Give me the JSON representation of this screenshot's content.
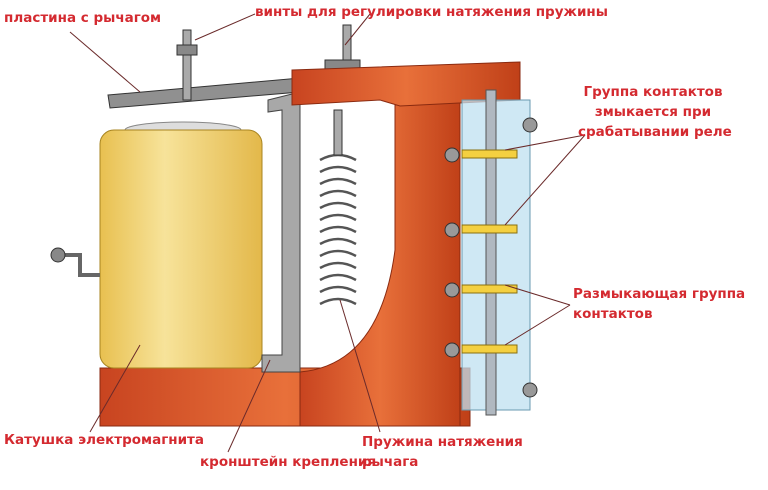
{
  "title": "Устройство электромагнитного реле",
  "labels": {
    "plate": "пластина с рычагом",
    "screws": "винты для регулировки натяжения пружины",
    "closing_1": "Группа контактов",
    "closing_2": "змыкается при",
    "closing_3": "срабатывании реле",
    "opening_1": "Размыкающая группа",
    "opening_2": "контактов",
    "coil": "Катушка электромагнита",
    "bracket": "кронштейн крепления",
    "spring_1": "Пружина натяжения",
    "spring_2": "рычага"
  },
  "colors": {
    "label": "#d42a30",
    "coil": "#f0d070",
    "frame": "#d9562a",
    "metal": "#9a9a9a",
    "panel": "#bfe0f0"
  }
}
